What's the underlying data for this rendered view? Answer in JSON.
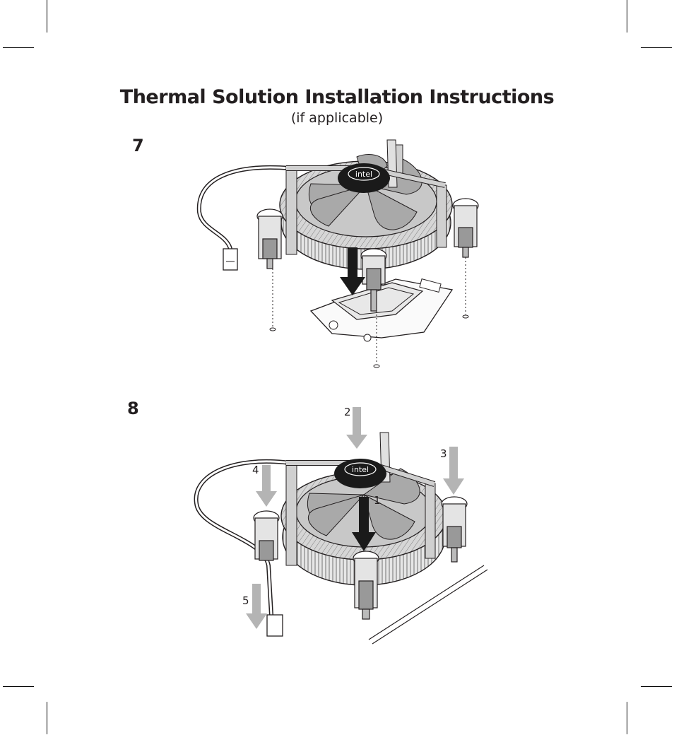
{
  "header": {
    "title": "Thermal Solution Installation Instructions",
    "subtitle": "(if applicable)"
  },
  "steps": [
    {
      "number": "7",
      "logo_text": "intel"
    },
    {
      "number": "8",
      "logo_text": "intel",
      "callouts": [
        "1",
        "2",
        "3",
        "4",
        "5"
      ]
    }
  ],
  "colors": {
    "ink": "#231f20",
    "arrow_dark": "#1a1a1a",
    "arrow_light": "#b4b4b4",
    "fan": "#bdbdbd",
    "heatsink": "#d9d9d9"
  }
}
